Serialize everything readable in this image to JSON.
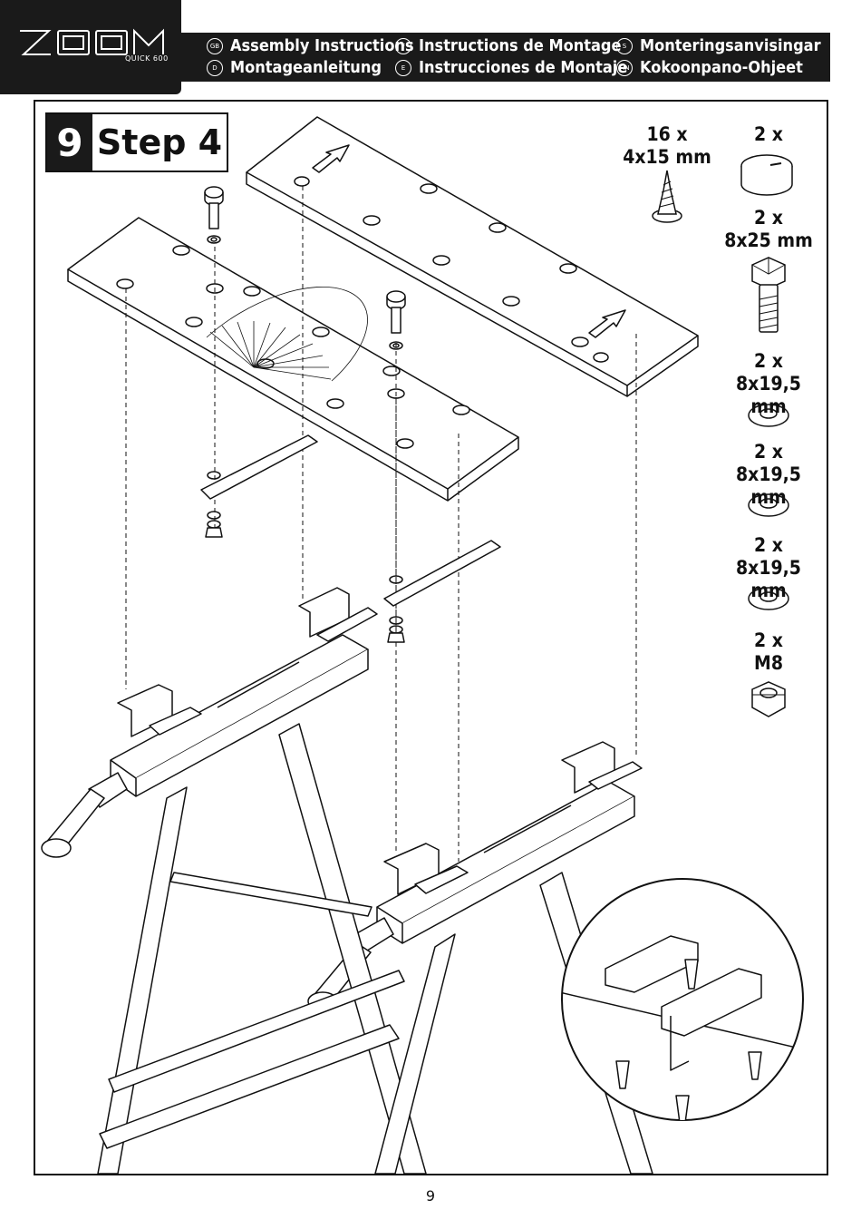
{
  "header": {
    "brand": "ZOOM",
    "model": "QUICK 600",
    "languages": [
      {
        "code": "GB",
        "label": "Assembly Instructions"
      },
      {
        "code": "D",
        "label": "Montageanleitung"
      },
      {
        "code": "F",
        "label": "Instructions de Montage"
      },
      {
        "code": "E",
        "label": "Instrucciones de Montaje"
      },
      {
        "code": "S",
        "label": "Monteringsanvisingar"
      },
      {
        "code": "FIN",
        "label": "Kokoonpano-Ohjeet"
      }
    ]
  },
  "step": {
    "number": "9",
    "label": "Step 4"
  },
  "parts": [
    {
      "qty": "16 x",
      "size": "4x15 mm",
      "icon": "screw-icon"
    },
    {
      "qty": "2 x",
      "size": "",
      "icon": "knob-cap-icon"
    },
    {
      "qty": "2 x",
      "size": "8x25 mm",
      "icon": "bolt-icon"
    },
    {
      "qty": "2 x",
      "size": "8x19,5 mm",
      "icon": "washer-icon"
    },
    {
      "qty": "2 x",
      "size": "8x19,5 mm",
      "icon": "washer-icon"
    },
    {
      "qty": "2 x",
      "size": "8x19,5 mm",
      "icon": "washer-icon"
    },
    {
      "qty": "2 x",
      "size": "M8",
      "icon": "nut-icon"
    }
  ],
  "footer": {
    "page_number": "9"
  },
  "colors": {
    "dark": "#1a1a1a",
    "line": "#111111",
    "paper": "#ffffff"
  }
}
